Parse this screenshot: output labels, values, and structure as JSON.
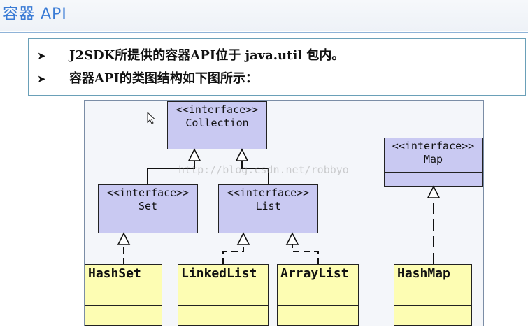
{
  "slide": {
    "title": "容器 API",
    "bullets": [
      "J2SDK所提供的容器API位于 java.util 包内。",
      "容器API的类图结构如下图所示："
    ]
  },
  "diagram": {
    "stereotype": "<<interface>>",
    "interfaces": {
      "collection": "Collection",
      "set": "Set",
      "list": "List",
      "map": "Map"
    },
    "classes": {
      "hashset": "HashSet",
      "linkedlist": "LinkedList",
      "arraylist": "ArrayList",
      "hashmap": "HashMap"
    },
    "watermark": "http://blog.csdn.net/robbyo"
  },
  "colors": {
    "interface_fill": "#c9c9f2",
    "class_fill": "#fdfdb3",
    "title_text": "#3a7bd5"
  }
}
